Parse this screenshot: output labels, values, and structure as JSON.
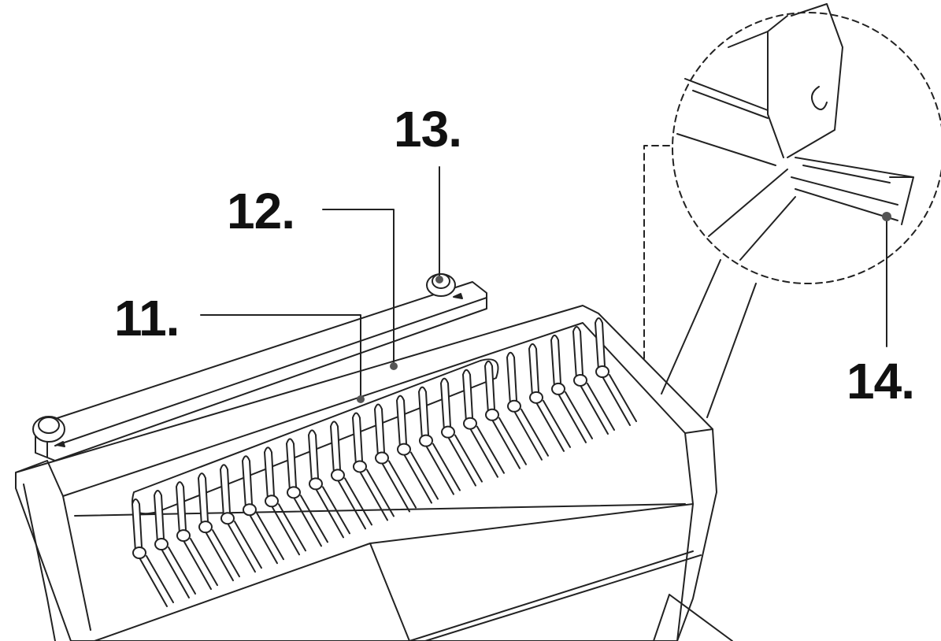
{
  "callouts": [
    {
      "id": "11",
      "label": "11."
    },
    {
      "id": "12",
      "label": "12."
    },
    {
      "id": "13",
      "label": "13."
    },
    {
      "id": "14",
      "label": "14."
    }
  ],
  "colors": {
    "line": "#222222",
    "background": "#ffffff",
    "marker": "#555555"
  },
  "comb_teeth": 22
}
